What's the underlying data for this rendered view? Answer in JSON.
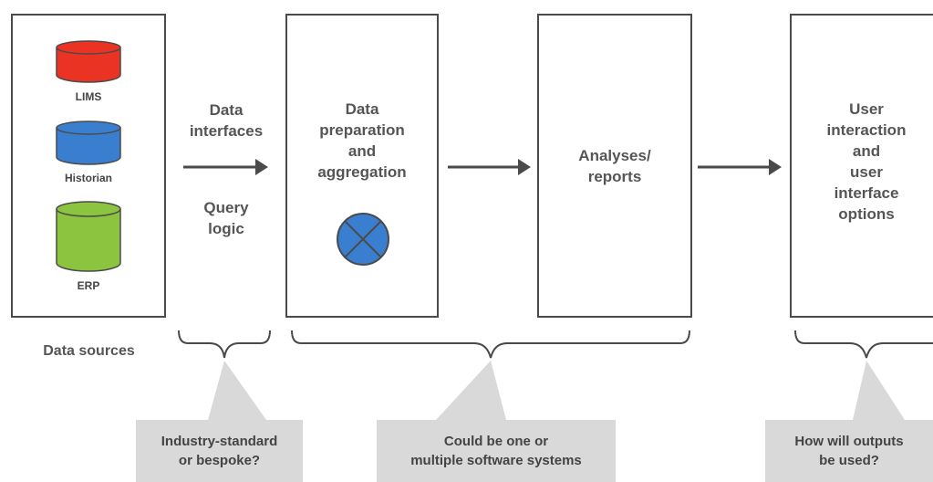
{
  "sources": {
    "label": "Data sources",
    "items": [
      {
        "label": "LIMS",
        "color": "#ea3323"
      },
      {
        "label": "Historian",
        "color": "#3a7fcf"
      },
      {
        "label": "ERP",
        "color": "#8cc43f"
      }
    ]
  },
  "interfaces": {
    "label": "Data\ninterfaces",
    "query": "Query\nlogic"
  },
  "preparation": {
    "label": "Data\npreparation\nand\naggregation",
    "icon_color": "#3a7fcf"
  },
  "analyses": {
    "label": "Analyses/\nreports"
  },
  "ui": {
    "label": "User\ninteraction\nand\nuser\ninterface\noptions"
  },
  "callouts": {
    "standard": "Industry-standard\nor bespoke?",
    "software": "Could be one or\nmultiple software systems",
    "outputs": "How will outputs\nbe used?"
  },
  "colors": {
    "stroke": "#4a4a4a",
    "callout_fill": "#d9d9d9",
    "text": "#555555"
  }
}
